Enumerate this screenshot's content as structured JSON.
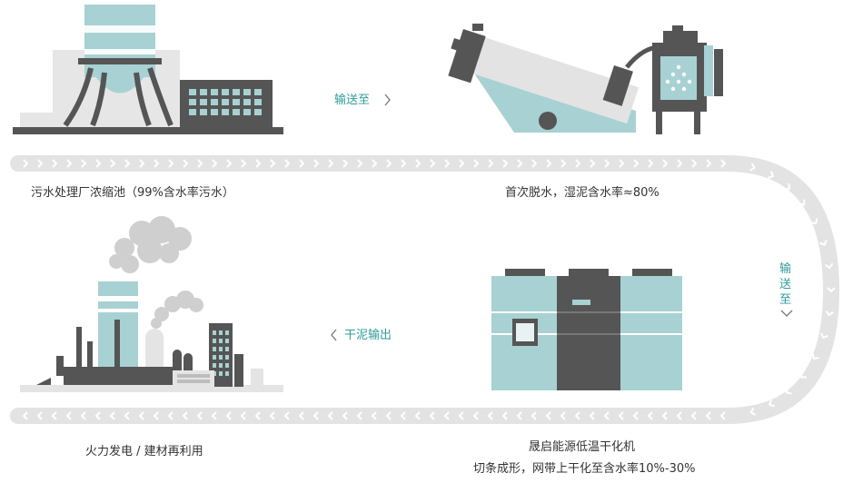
{
  "steps": {
    "step1": "污水处理厂浓缩池（99%含水率污水）",
    "step2": "首次脱水，湿泥含水率≈80%",
    "step3_line1": "晟启能源低温干化机",
    "step3_line2": "切条成形，网带上干化至含水率10%-30%",
    "step4": "火力发电 / 建材再利用"
  },
  "connectors": {
    "to1": "输送至",
    "to2": "输送至",
    "out": "干泥输出"
  },
  "colors": {
    "teal": "#a8d1d3",
    "dark": "#555555",
    "gray": "#e4e4e4",
    "accent": "#2f9b9b"
  }
}
